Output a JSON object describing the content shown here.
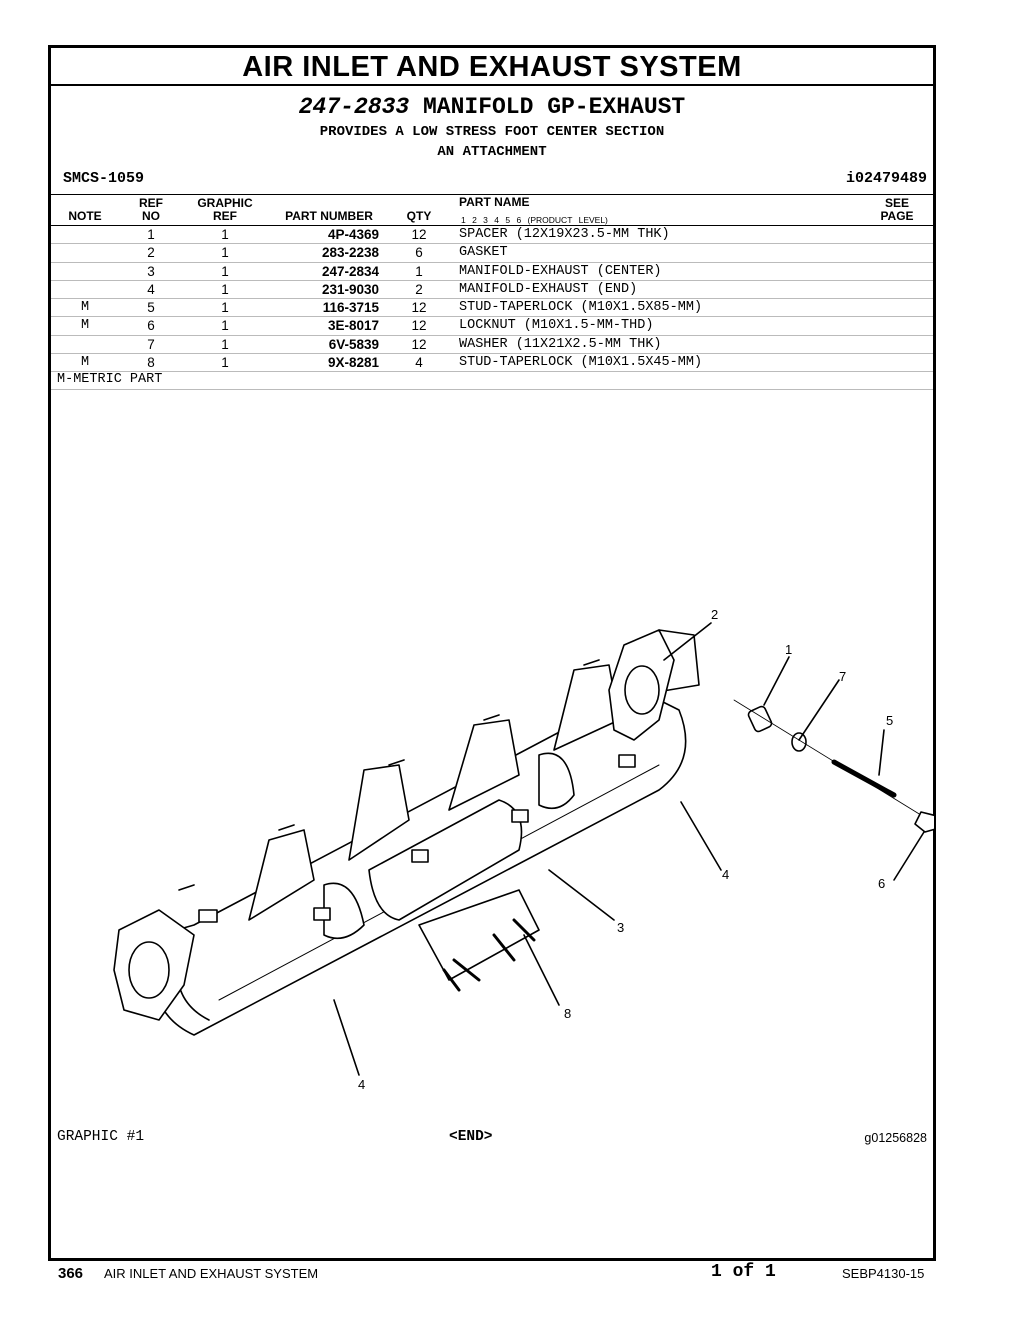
{
  "title": "AIR INLET AND EXHAUST SYSTEM",
  "group": {
    "part_number": "247-2833",
    "name": "MANIFOLD GP-EXHAUST",
    "desc_line1": "PROVIDES A LOW STRESS FOOT CENTER SECTION",
    "desc_line2": "AN ATTACHMENT"
  },
  "smcs": "SMCS-1059",
  "info_id": "i02479489",
  "columns": {
    "note": "NOTE",
    "ref_no_1": "REF",
    "ref_no_2": "NO",
    "graphic_ref_1": "GRAPHIC",
    "graphic_ref_2": "REF",
    "part_number": "PART NUMBER",
    "qty": "QTY",
    "part_name": "PART NAME",
    "product_level": "1 2 3 4 5 6 (PRODUCT LEVEL)",
    "see_page_1": "SEE",
    "see_page_2": "PAGE"
  },
  "parts": [
    {
      "note": "",
      "ref": "1",
      "gref": "1",
      "pn": "4P-4369",
      "qty": "12",
      "name": "SPACER (12X19X23.5-MM THK)"
    },
    {
      "note": "",
      "ref": "2",
      "gref": "1",
      "pn": "283-2238",
      "qty": "6",
      "name": "GASKET"
    },
    {
      "note": "",
      "ref": "3",
      "gref": "1",
      "pn": "247-2834",
      "qty": "1",
      "name": "MANIFOLD-EXHAUST (CENTER)"
    },
    {
      "note": "",
      "ref": "4",
      "gref": "1",
      "pn": "231-9030",
      "qty": "2",
      "name": "MANIFOLD-EXHAUST (END)"
    },
    {
      "note": "M",
      "ref": "5",
      "gref": "1",
      "pn": "116-3715",
      "qty": "12",
      "name": "STUD-TAPERLOCK (M10X1.5X85-MM)"
    },
    {
      "note": "M",
      "ref": "6",
      "gref": "1",
      "pn": "3E-8017",
      "qty": "12",
      "name": "LOCKNUT (M10X1.5-MM-THD)"
    },
    {
      "note": "",
      "ref": "7",
      "gref": "1",
      "pn": "6V-5839",
      "qty": "12",
      "name": "WASHER (11X21X2.5-MM THK)"
    },
    {
      "note": "M",
      "ref": "8",
      "gref": "1",
      "pn": "9X-8281",
      "qty": "4",
      "name": "STUD-TAPERLOCK (M10X1.5X45-MM)"
    }
  ],
  "metric_note": "M-METRIC PART",
  "callouts": [
    "2",
    "1",
    "7",
    "5",
    "4",
    "6",
    "3",
    "8",
    "4"
  ],
  "graphic_label": "GRAPHIC #1",
  "end_marker": "<END>",
  "graphic_id": "g01256828",
  "footer": {
    "page": "366",
    "section": "AIR INLET AND EXHAUST SYSTEM",
    "page_of": "1 of 1",
    "doc_number": "SEBP4130-15"
  }
}
